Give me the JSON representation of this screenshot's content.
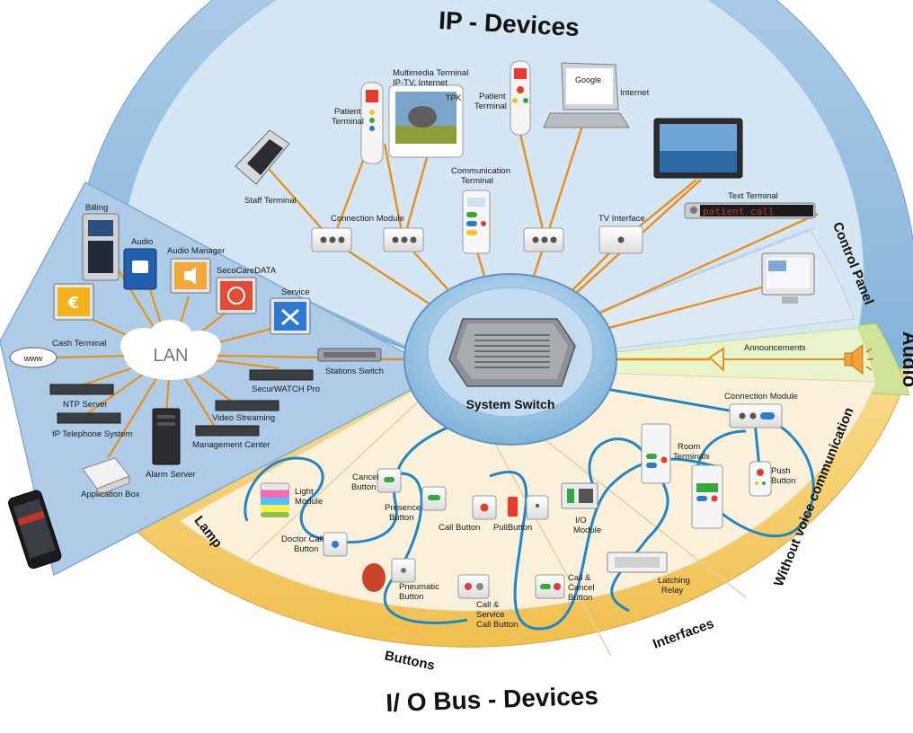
{
  "sections": {
    "ip_devices": "IP - Devices",
    "io_bus_devices": "I/ O Bus - Devices",
    "audio": "Audio",
    "control_panel": "Control Panel",
    "without_voice": "Without voice communication",
    "lamp": "Lamp",
    "buttons": "Buttons",
    "interfaces": "Interfaces"
  },
  "hub": {
    "system_switch": "System Switch",
    "stations_switch": "Stations Switch"
  },
  "ip_devices": {
    "staff_terminal": "Staff Terminal",
    "patient_terminal_1": [
      "Patient",
      "Terminal"
    ],
    "multimedia_terminal": [
      "Multimedia Terminal",
      "IP-TV, Internet"
    ],
    "patient_terminal_2": [
      "Patient",
      "Terminal"
    ],
    "internet": "Internet",
    "communication_terminal": [
      "Communication",
      "Terminal"
    ],
    "connection_module": "Connection Module",
    "tv_interface": "TV Interface",
    "text_terminal": "Text Terminal",
    "text_terminal_display": "patient call",
    "tablet_brand": "TPK",
    "google": "Google"
  },
  "audio": {
    "announcements": "Announcements"
  },
  "lan": {
    "center": "LAN",
    "www": "www",
    "billing": "Billing",
    "audio": "Audio",
    "audio_manager": "Audio Manager",
    "secocaredata": "SecoCareDATA",
    "service": "Service",
    "cash_terminal": "Cash Terminal",
    "securwatch": "SecurWATCH Pro",
    "ntp_server": "NTP Server",
    "video_streaming": "Video Streaming",
    "ip_telephone": "IP Telephone System",
    "management_center": "Management Center",
    "alarm_server": "Alarm Server",
    "application_box": "Application Box"
  },
  "io_devices": {
    "light_module": [
      "Light",
      "Module"
    ],
    "cancel_button": [
      "Cancel",
      "Button"
    ],
    "presence_button": [
      "Presence",
      "Button"
    ],
    "doctor_call_button": [
      "Doctor Call",
      "Button"
    ],
    "call_button": "Call Button",
    "pull_button": "PullButton",
    "pneumatic_button": [
      "Pneumatic",
      "Button"
    ],
    "call_service_button": [
      "Call &",
      "Service",
      "Call Button"
    ],
    "call_cancel_button": [
      "Call &",
      "Cancel",
      "Button"
    ],
    "io_module": [
      "I/O",
      "Module"
    ],
    "latching_relay": [
      "Latching",
      "Relay"
    ],
    "room_terminals": [
      "Room",
      "Terminals"
    ],
    "connection_module": "Connection Module",
    "push_button": [
      "Push",
      "Button"
    ]
  },
  "colors": {
    "ip_sector": "#cfe2f3",
    "ip_ring": "#8fb9dc",
    "io_sector": "#fbf0d9",
    "io_ring": "#f5cd6b",
    "audio_sector": "#e9f3c9",
    "audio_ring": "#cfe49a",
    "lan_sector": "#a9c9e6",
    "ip_line": "#e8901c",
    "bus_line": "#1f86c8"
  }
}
